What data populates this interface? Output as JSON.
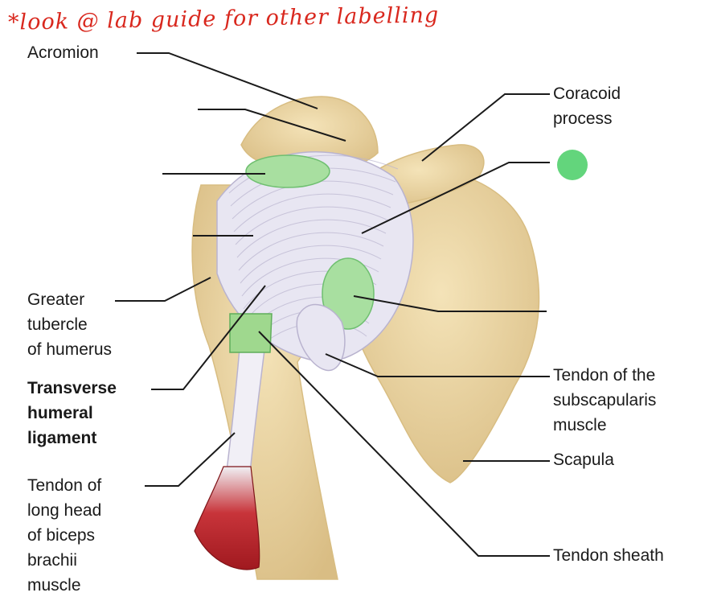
{
  "annotation": {
    "text": "*look @ lab guide for other labelling",
    "color": "#d9281e"
  },
  "marker": {
    "color": "#63d57c"
  },
  "labels": {
    "acromion": "Acromion",
    "coracoid": "Coracoid\nprocess",
    "greater_tubercle": "Greater\ntubercle\nof humerus",
    "transverse": "Transverse\nhumeral\nligament",
    "biceps": "Tendon of\nlong head\nof biceps\nbrachii\nmuscle",
    "subscapularis": "Tendon of the\nsubscapularis\nmuscle",
    "scapula": "Scapula",
    "sheath": "Tendon sheath"
  },
  "colors": {
    "bone": "#ecd6a4",
    "bone_shade": "#d8bd82",
    "ligament": "#e8e6f2",
    "ligament_line": "#b9b3cf",
    "cartilage": "#a8dfa0",
    "sheath": "#9fd88e",
    "muscle": "#b8232a",
    "leader": "#1a1a1a"
  }
}
